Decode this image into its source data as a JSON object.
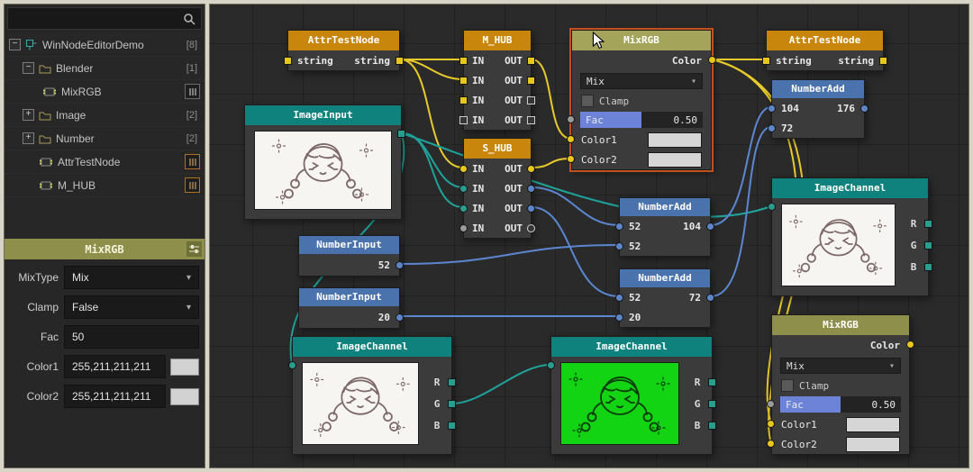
{
  "icons": {
    "caret_down": "▾",
    "collapse": "−",
    "expand": "+"
  },
  "colors": {
    "header_orange": "#c9860d",
    "header_olive": "#8f8f4c",
    "header_blue": "#4a72ad",
    "header_teal": "#0f827e",
    "selection_border": "#c2511f",
    "wire_yellow": "#e8cb2a",
    "wire_teal": "#1fa29a",
    "wire_blue": "#5b87d0",
    "canvas_bg": "#2a2a2a",
    "sidebar_bg": "#272727"
  },
  "sidebar": {
    "tree": [
      {
        "label": "WinNodeEditorDemo",
        "badge": "[8]"
      },
      {
        "label": "Blender",
        "badge": "[1]"
      },
      {
        "label": "MixRGB",
        "badge": ""
      },
      {
        "label": "Image",
        "badge": "[2]"
      },
      {
        "label": "Number",
        "badge": "[2]"
      },
      {
        "label": "AttrTestNode",
        "badge": ""
      },
      {
        "label": "M_HUB",
        "badge": ""
      }
    ],
    "properties": {
      "title": "MixRGB",
      "rows": [
        {
          "label": "MixType",
          "value": "Mix"
        },
        {
          "label": "Clamp",
          "value": "False"
        },
        {
          "label": "Fac",
          "value": "50"
        },
        {
          "label": "Color1",
          "value": "255,211,211,211"
        },
        {
          "label": "Color2",
          "value": "255,211,211,211"
        }
      ]
    }
  },
  "nodes": {
    "attr1": {
      "title": "AttrTestNode",
      "in": "string",
      "out": "string"
    },
    "attr2": {
      "title": "AttrTestNode",
      "in": "string",
      "out": "string"
    },
    "mhub": {
      "title": "M_HUB",
      "in": "IN",
      "out": "OUT"
    },
    "shub": {
      "title": "S_HUB",
      "in": "IN",
      "out": "OUT"
    },
    "mixrgb1": {
      "title": "MixRGB",
      "out_label": "Color",
      "blend": "Mix",
      "clamp": "Clamp",
      "fac": "Fac",
      "fac_value": "0.50",
      "color1": "Color1",
      "color2": "Color2"
    },
    "mixrgb2": {
      "title": "MixRGB",
      "out_label": "Color",
      "blend": "Mix",
      "clamp": "Clamp",
      "fac": "Fac",
      "fac_value": "0.50",
      "color1": "Color1",
      "color2": "Color2"
    },
    "imageinput": {
      "title": "ImageInput"
    },
    "numinput1": {
      "title": "NumberInput",
      "value": "52"
    },
    "numinput2": {
      "title": "NumberInput",
      "value": "20"
    },
    "numadd1": {
      "title": "NumberAdd",
      "in1": "104",
      "out": "176",
      "in2": "72"
    },
    "numadd2": {
      "title": "NumberAdd",
      "in1": "52",
      "out": "104",
      "in2": "52"
    },
    "numadd3": {
      "title": "NumberAdd",
      "in1": "52",
      "out": "72",
      "in2": "20"
    },
    "imgch1": {
      "title": "ImageChannel",
      "r": "R",
      "g": "G",
      "b": "B"
    },
    "imgch2": {
      "title": "ImageChannel",
      "r": "R",
      "g": "G",
      "b": "B"
    },
    "imgch3": {
      "title": "ImageChannel",
      "r": "R",
      "g": "G",
      "b": "B"
    }
  }
}
